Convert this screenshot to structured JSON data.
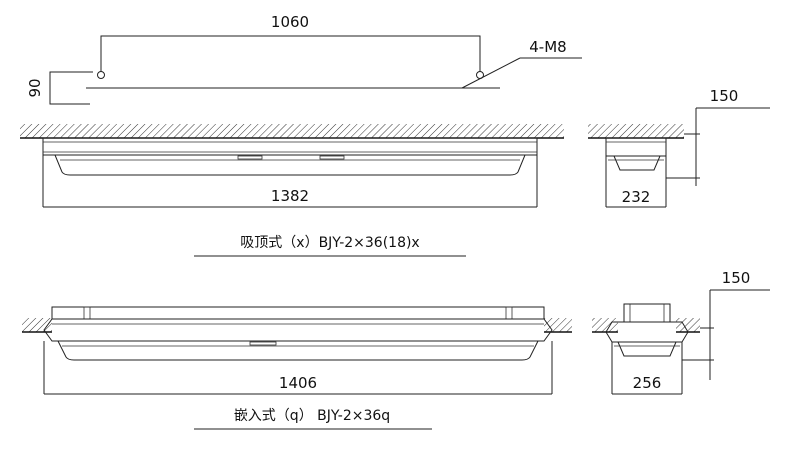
{
  "top_view": {
    "dim_mount_spacing": "1060",
    "dim_height": "90",
    "dim_bolts": "4-M8",
    "dim_length": "1382",
    "caption": "吸顶式（x）BJY-2×36(18)x",
    "side_dim_offset": "150",
    "side_dim_width": "232"
  },
  "bottom_view": {
    "dim_length": "1406",
    "caption": "嵌入式（q） BJY-2×36q",
    "side_dim_offset": "150",
    "side_dim_width": "256"
  }
}
